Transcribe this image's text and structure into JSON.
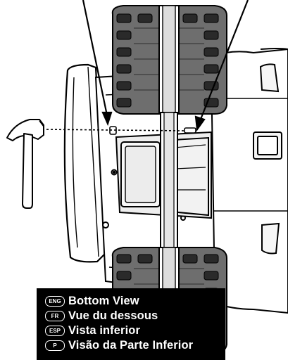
{
  "caption": {
    "lines": [
      {
        "badge": "ENG",
        "text": "Bottom View"
      },
      {
        "badge": "FR",
        "text": "Vue du dessous"
      },
      {
        "badge": "ESP",
        "text": "Vista inferior"
      },
      {
        "badge": "P",
        "text": "Visão da Parte Inferior"
      }
    ]
  },
  "colors": {
    "ink": "#000000",
    "tire": "#6e6e6e",
    "tire_dark": "#2a2a2a",
    "panel": "#f2f2f2",
    "caption_bg": "#000000",
    "caption_text": "#ffffff"
  },
  "icons": [
    "hammer-icon",
    "pin-icon",
    "pointer-line-icon",
    "wheel-icon"
  ]
}
